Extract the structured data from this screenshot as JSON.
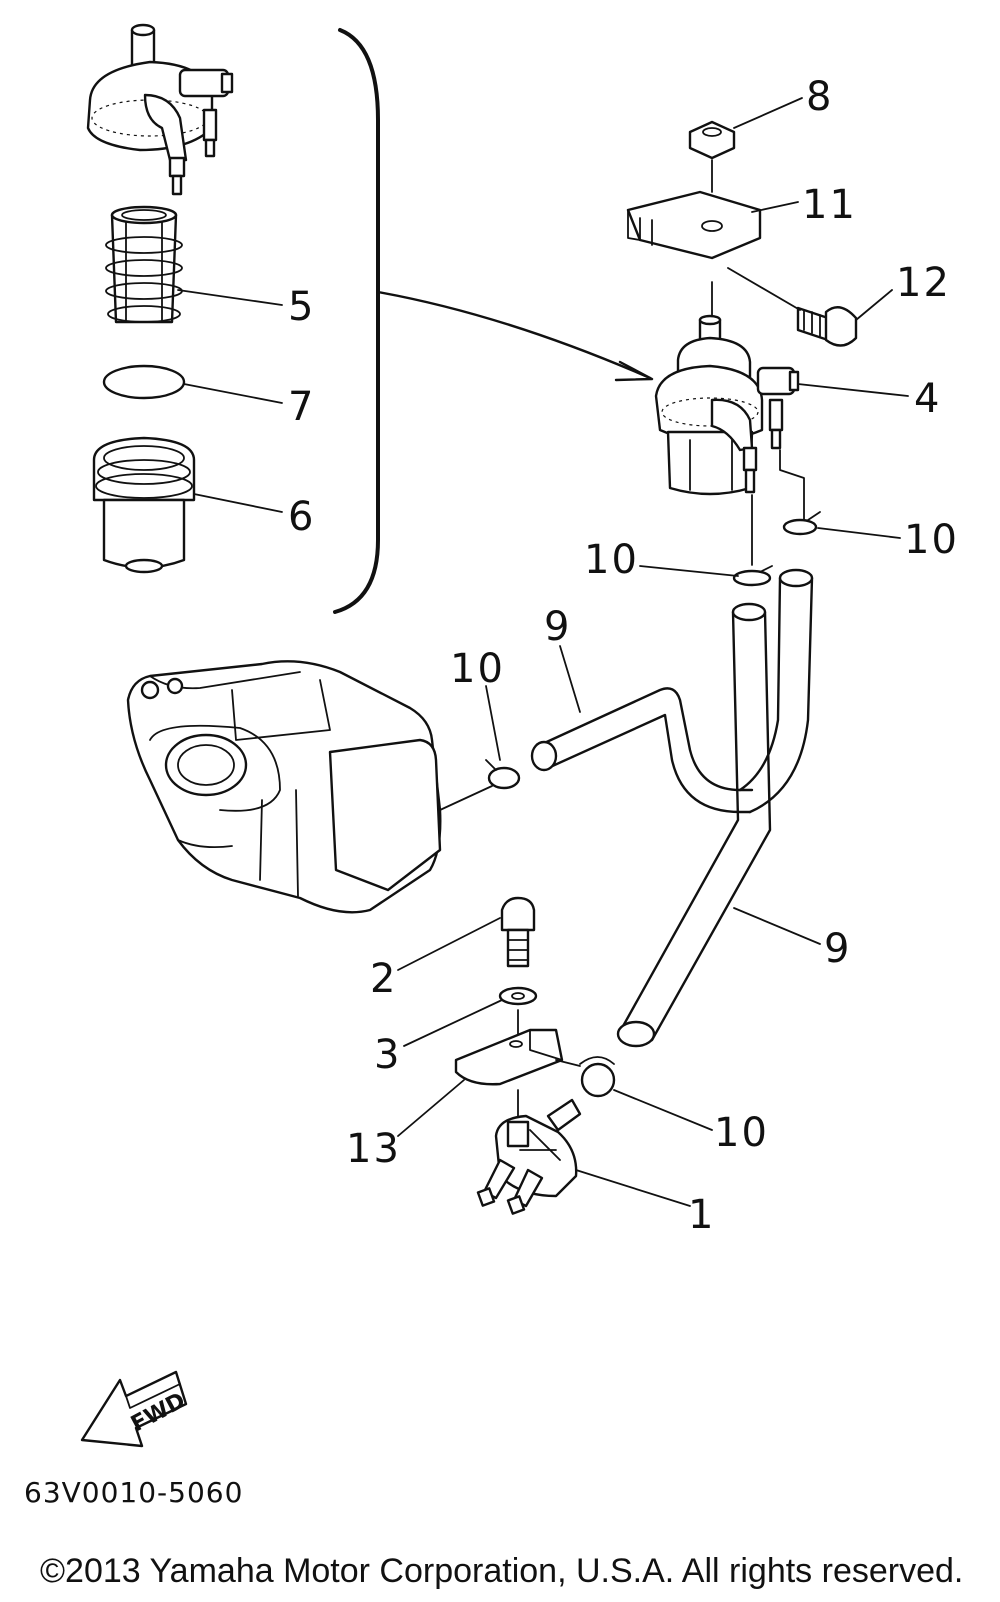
{
  "callouts": [
    "1",
    "2",
    "3",
    "4",
    "5",
    "6",
    "7",
    "8",
    "9",
    "10",
    "11",
    "12",
    "13"
  ],
  "fwd_label": "FWD",
  "drawing_code": "63V0010-5060",
  "copyright": "©2013 Yamaha Motor Corporation, U.S.A. All rights reserved."
}
